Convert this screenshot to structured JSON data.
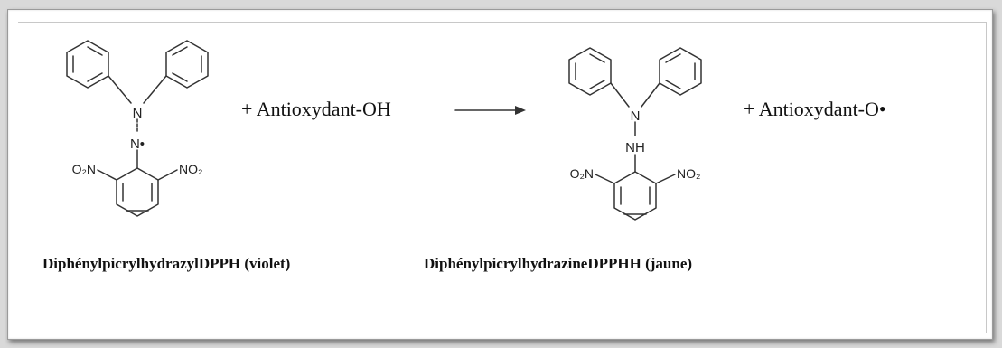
{
  "reaction": {
    "reagent": "+ Antioxydant-OH",
    "product_radical": "+ Antioxydant-O•"
  },
  "dpph": {
    "atom_n_top": "N",
    "atom_n_radical": "N•",
    "no2_left": "O₂N",
    "no2_right": "NO₂",
    "caption": "DiphénylpicrylhydrazylDPPH (violet)"
  },
  "dpphh": {
    "atom_n_top": "N",
    "atom_nh": "NH",
    "no2_left": "O₂N",
    "no2_right": "NO₂",
    "caption": "DiphénylpicrylhydrazineDPPHH (jaune)"
  },
  "colors": {
    "background": "#d9d9d9",
    "panel": "#ffffff",
    "ink": "#111111"
  }
}
